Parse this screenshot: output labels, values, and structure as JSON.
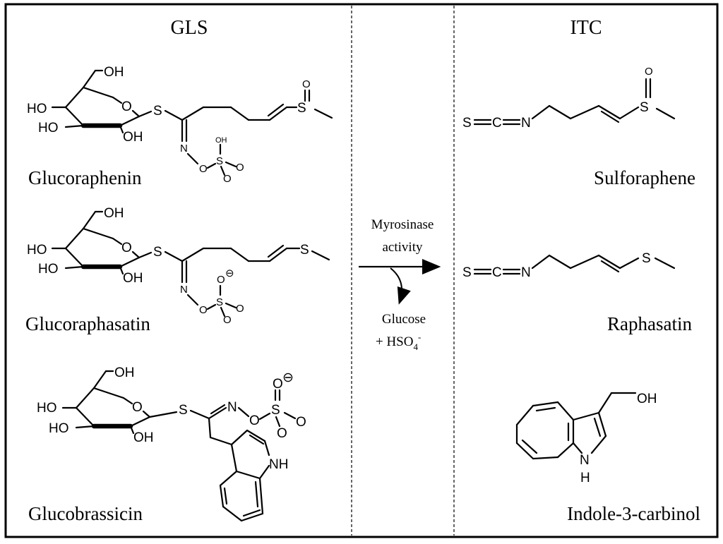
{
  "columns": {
    "left_heading": "GLS",
    "right_heading": "ITC"
  },
  "reaction": {
    "enzyme_line1": "Myrosinase",
    "enzyme_line2": "activity",
    "byproduct_line1": "Glucose",
    "byproduct_line2_prefix": "+ HSO",
    "byproduct_subscript": "4",
    "byproduct_superscript": "-"
  },
  "glucosinolates": [
    {
      "name": "Glucoraphenin"
    },
    {
      "name": "Glucoraphasatin"
    },
    {
      "name": "Glucobrassicin"
    }
  ],
  "isothiocyanates": [
    {
      "name": "Sulforaphene"
    },
    {
      "name": "Raphasatin"
    },
    {
      "name": "Indole-3-carbinol"
    }
  ],
  "atoms": {
    "oh": "OH",
    "ho": "HO",
    "o": "O",
    "s": "S",
    "n": "N",
    "c": "C",
    "nh": "NH",
    "h": "H",
    "charge_minus": "⊖"
  }
}
